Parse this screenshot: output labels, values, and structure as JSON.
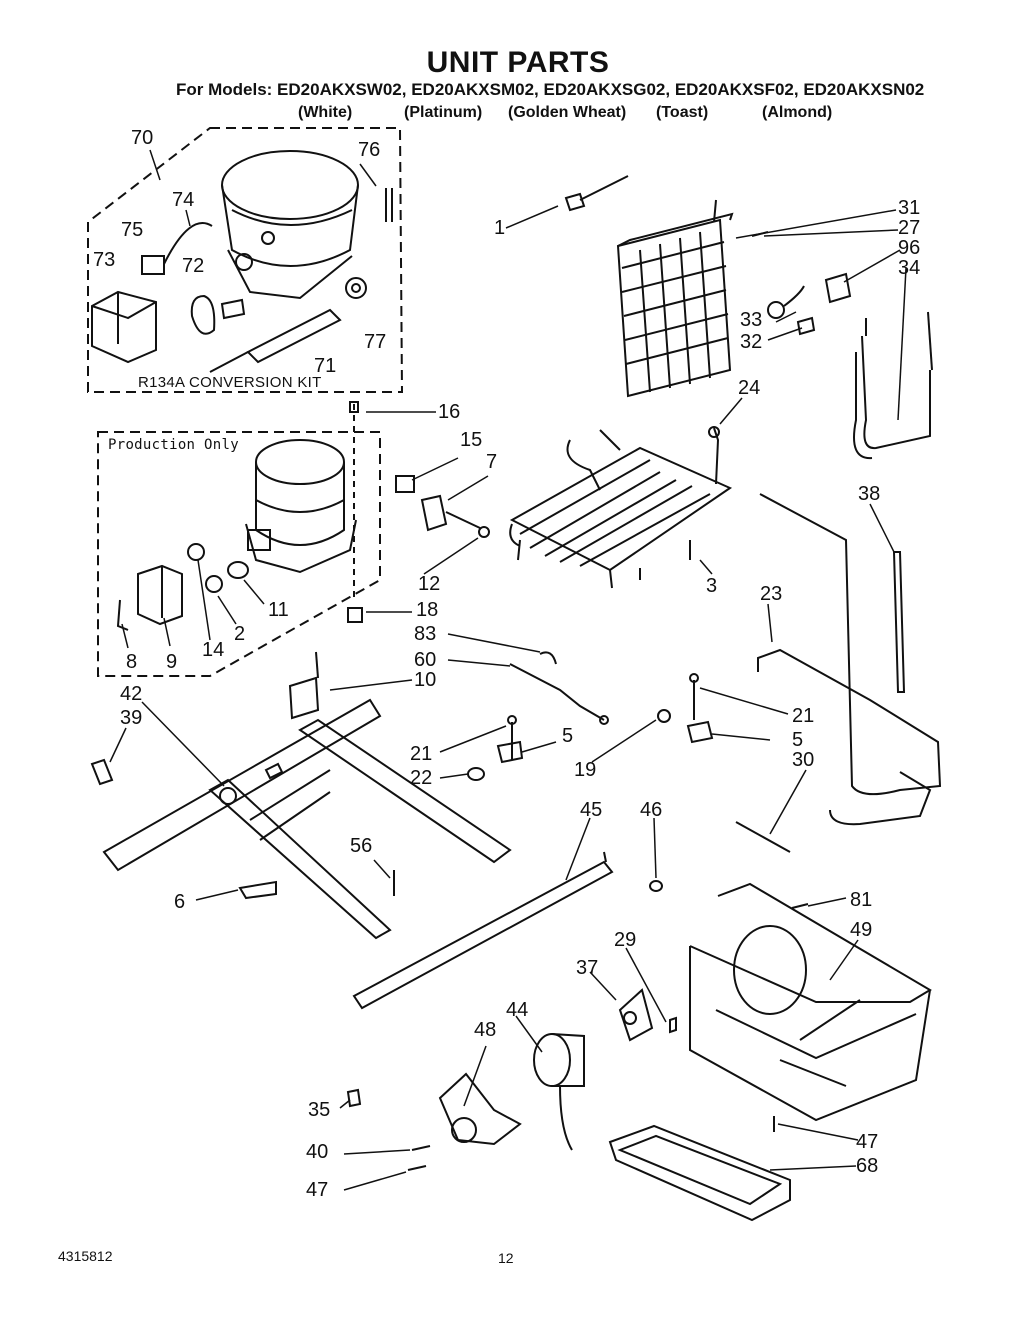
{
  "page": {
    "title": "UNIT PARTS",
    "models_line": "For Models: ED20AKXSW02, ED20AKXSM02, ED20AKXSG02, ED20AKXSF02, ED20AKXSN02",
    "colors": [
      "(White)",
      "(Platinum)",
      "(Golden Wheat)",
      "(Toast)",
      "(Almond)"
    ],
    "conversion_kit_label": "R134A  CONVERSION  KIT",
    "production_only_label": "Production Only",
    "doc_number": "4315812",
    "page_number": "12"
  },
  "callouts": {
    "c70": "70",
    "c76": "76",
    "c74": "74",
    "c75": "75",
    "c73": "73",
    "c72": "72",
    "c71": "71",
    "c77": "77",
    "c1": "1",
    "c31": "31",
    "c27": "27",
    "c96": "96",
    "c34": "34",
    "c33": "33",
    "c32": "32",
    "c24": "24",
    "c16": "16",
    "c15": "15",
    "c7": "7",
    "c12": "12",
    "c11": "11",
    "c2": "2",
    "c14": "14",
    "c9": "9",
    "c8": "8",
    "c18": "18",
    "c83": "83",
    "c60": "60",
    "c10": "10",
    "c3": "3",
    "c38": "38",
    "c23": "23",
    "c42": "42",
    "c39": "39",
    "c21a": "21",
    "c5a": "5",
    "c22": "22",
    "c21b": "21",
    "c19": "19",
    "c5b": "5",
    "c30": "30",
    "c56": "56",
    "c45": "45",
    "c46": "46",
    "c6": "6",
    "c81": "81",
    "c49": "49",
    "c29": "29",
    "c37": "37",
    "c44": "44",
    "c48": "48",
    "c35": "35",
    "c40": "40",
    "c47a": "47",
    "c47b": "47",
    "c68": "68"
  }
}
